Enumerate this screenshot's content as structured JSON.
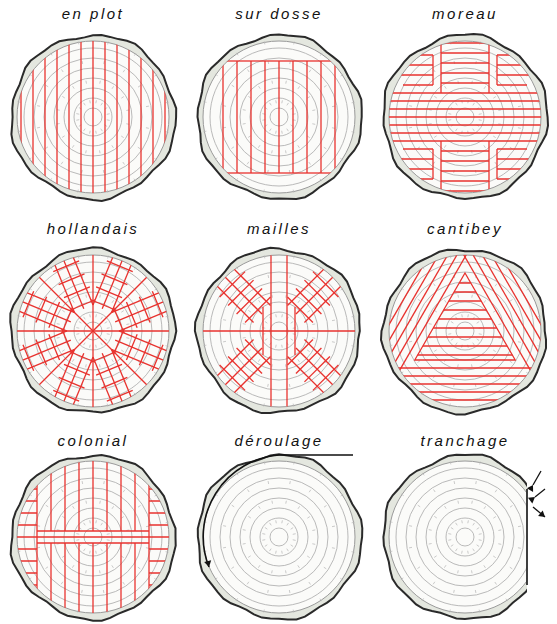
{
  "diagram": {
    "labels": [
      "en plot",
      "sur dosse",
      "moreau",
      "hollandais",
      "mailles",
      "cantibey",
      "colonial",
      "déroulage",
      "tranchage"
    ]
  }
}
